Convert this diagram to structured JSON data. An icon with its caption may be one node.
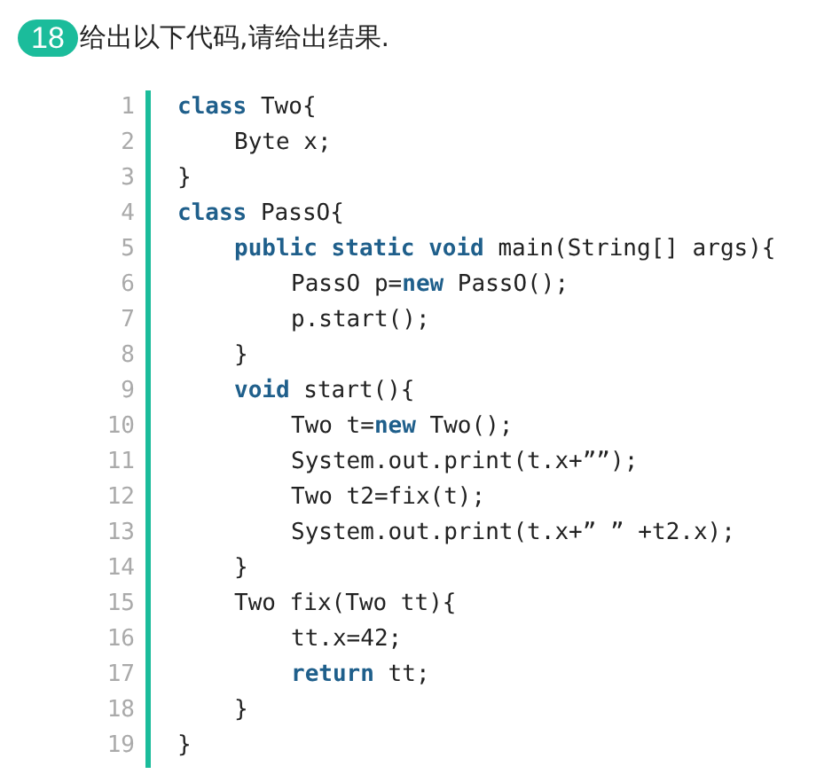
{
  "diagram": {
    "labels": [
      "18",
      "给出以下代码,请给出结果.",
      "1",
      "**class** Two{",
      "2",
      "Byte x;",
      "3",
      "}",
      "4",
      "**class** PassO{",
      "5",
      "**public static void** main(String[] args){",
      "6",
      "PassO p=**new** PassO();",
      "7",
      "p.start();",
      "8",
      "}",
      "9",
      "**void** start(){",
      "10",
      "Two t=**new** Two();",
      "11",
      "System.out.print(t.x+””);",
      "12",
      "Two t2=fix(t);",
      "13",
      "System.out.print(t.x+” ” +t2.x);",
      "14",
      "}",
      "15",
      "Two fix(Two tt){",
      "16",
      "tt.x=42;",
      "17",
      "**return** tt;",
      "18",
      "}",
      "19",
      "}"
    ]
  }
}
